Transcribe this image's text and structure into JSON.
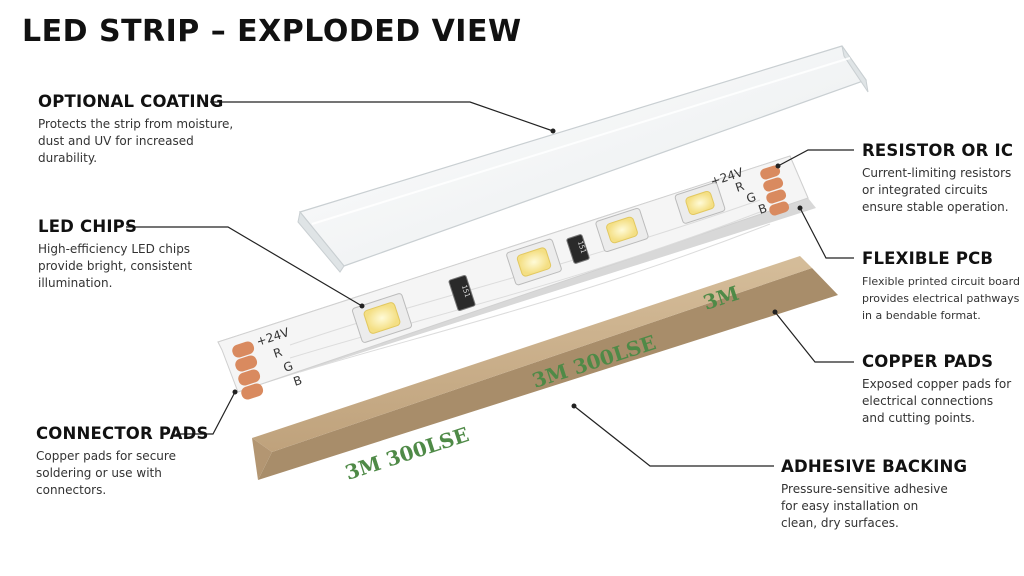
{
  "title": "LED STRIP – EXPLODED VIEW",
  "callouts": {
    "optional_coating": {
      "heading": "OPTIONAL COATING",
      "text": "Protects the strip from moisture,\ndust and UV for increased\ndurability."
    },
    "led_chips": {
      "heading": "LED CHIPS",
      "text": "High-efficiency LED chips\nprovide bright, consistent\nillumination."
    },
    "connector_pads": {
      "heading": "CONNECTOR PADS",
      "text": "Copper pads for secure\nsoldering or use with\nconnectors."
    },
    "resistor_or_ic": {
      "heading": "RESISTOR OR IC",
      "text": "Current-limiting resistors\nor integrated circuits\nensure stable operation."
    },
    "flexible_pcb": {
      "heading": "FLEXIBLE PCB",
      "text": "Flexible printed circuit board\nprovides electrical pathways\nin a bendable format."
    },
    "copper_pads": {
      "heading": "COPPER PADS",
      "text": "Exposed copper pads for\nelectrical connections\nand cutting points."
    },
    "adhesive_backing": {
      "heading": "ADHESIVE BACKING",
      "text": "Pressure-sensitive adhesive\nfor easy installation on\nclean, dry surfaces."
    }
  },
  "pcb_labels": {
    "left": [
      "+24V",
      "R",
      "G",
      "B"
    ],
    "right": [
      "+24V",
      "R",
      "G",
      "B"
    ]
  },
  "component_codes": {
    "resistor_1": "151",
    "resistor_2": "151"
  },
  "tape_marks": {
    "mark_1": "3M 300LSE",
    "mark_2": "3M 300LSE",
    "mark_3": "3M"
  },
  "colors": {
    "copper": "#d98a5f",
    "tape": "#c9ae8a",
    "tape_text": "#4f8a47",
    "led_yellow": "#fff3b0",
    "pcb": "#f7f7f7"
  }
}
